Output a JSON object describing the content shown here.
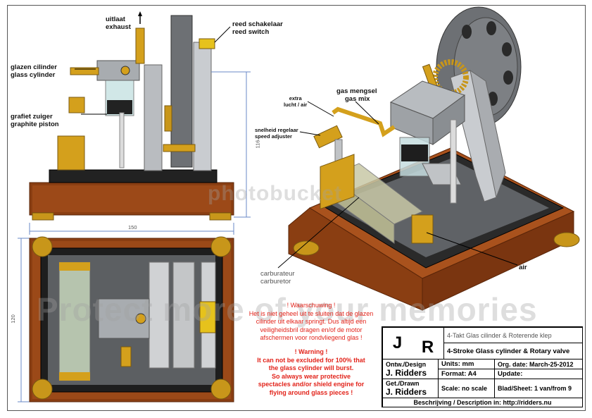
{
  "labels": {
    "exhaust_nl": "uitlaat",
    "exhaust_en": "exhaust",
    "reed_nl": "reed schakelaar",
    "reed_en": "reed switch",
    "glass_nl": "glazen cilinder",
    "glass_en": "glass cylinder",
    "piston_nl": "grafiet zuiger",
    "piston_en": "graphite piston",
    "extra_1": "extra",
    "extra_2": "lucht / air",
    "gasmix_nl": "gas mengsel",
    "gasmix_en": "gas mix",
    "speed_nl": "snelheid regelaar",
    "speed_en": "speed adjuster",
    "carb_nl": "carburateur",
    "carb_en": "carburetor",
    "air": "air"
  },
  "dimensions": {
    "height": "116",
    "width_front": "150",
    "depth_top": "120"
  },
  "warning": {
    "nl_title": "! Waarschuwing !",
    "nl_body_1": "Het is niet geheel uit te sluiten dat de glazen",
    "nl_body_2": "cilinder uit elkaar springt. Dus altijd een",
    "nl_body_3": "veiligheidsbril dragen en/of de motor",
    "nl_body_4": "afschermen voor rondvliegend glas !",
    "en_title": "! Warning !",
    "en_body_1": "It can not be excluded for 100% that",
    "en_body_2": "the glass cylinder will burst.",
    "en_body_3": "So always wear protective",
    "en_body_4": "spectacles and/or shield engine for",
    "en_body_5": "flying around glass pieces !"
  },
  "titleblock": {
    "logo_j": "J",
    "logo_r": "R",
    "title_nl": "4-Takt Glas cilinder & Roterende klep",
    "title_en": "4-Stroke Glass cylinder & Rotary valve",
    "design_label": "Ontw./Design",
    "design_name": "J. Ridders",
    "units": "Units: mm",
    "org_date": "Org. date: March-25-2012",
    "format": "Format: A4",
    "update": "Update:",
    "drawn_label": "Get./Drawn",
    "drawn_name": "J. Ridders",
    "scale": "Scale: no scale",
    "sheet": "Blad/Sheet: 1 van/from 9",
    "description": "Beschrijving / Description in:  http://ridders.nu"
  },
  "watermark": {
    "line1": "photobucket",
    "line2": "Protect more of your memories"
  },
  "colors": {
    "wood": "#8a3e12",
    "brass": "#d4a01c",
    "warning_red": "#e2231a",
    "steel": "#9aa0a6"
  }
}
